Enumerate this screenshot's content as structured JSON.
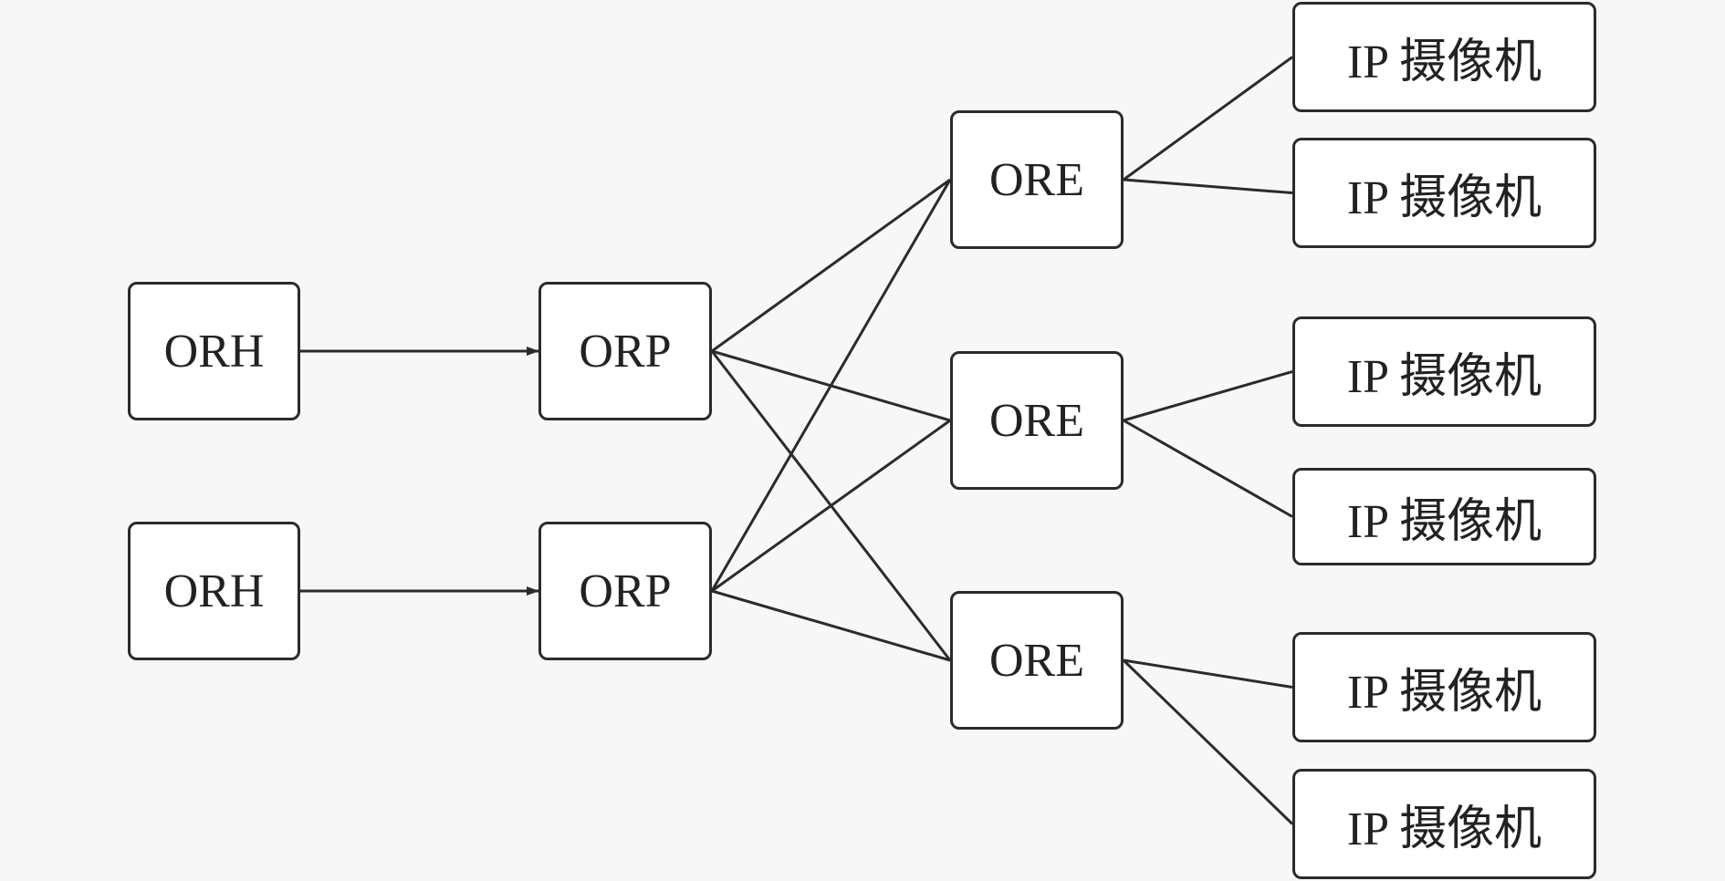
{
  "nodes": {
    "orh1": "ORH",
    "orh2": "ORH",
    "orp1": "ORP",
    "orp2": "ORP",
    "ore1": "ORE",
    "ore2": "ORE",
    "ore3": "ORE",
    "cam1": "IP 摄像机",
    "cam2": "IP 摄像机",
    "cam3": "IP 摄像机",
    "cam4": "IP 摄像机",
    "cam5": "IP 摄像机",
    "cam6": "IP 摄像机"
  },
  "edges": [
    {
      "from": "orh1",
      "to": "orp1",
      "arrow": true
    },
    {
      "from": "orh2",
      "to": "orp2",
      "arrow": true
    },
    {
      "from": "orp1",
      "to": "ore1",
      "arrow": false
    },
    {
      "from": "orp1",
      "to": "ore2",
      "arrow": false
    },
    {
      "from": "orp1",
      "to": "ore3",
      "arrow": false
    },
    {
      "from": "orp2",
      "to": "ore1",
      "arrow": false
    },
    {
      "from": "orp2",
      "to": "ore2",
      "arrow": false
    },
    {
      "from": "orp2",
      "to": "ore3",
      "arrow": false
    },
    {
      "from": "ore1",
      "to": "cam1",
      "arrow": false
    },
    {
      "from": "ore1",
      "to": "cam2",
      "arrow": false
    },
    {
      "from": "ore2",
      "to": "cam3",
      "arrow": false
    },
    {
      "from": "ore2",
      "to": "cam4",
      "arrow": false
    },
    {
      "from": "ore3",
      "to": "cam5",
      "arrow": false
    },
    {
      "from": "ore3",
      "to": "cam6",
      "arrow": false
    }
  ]
}
